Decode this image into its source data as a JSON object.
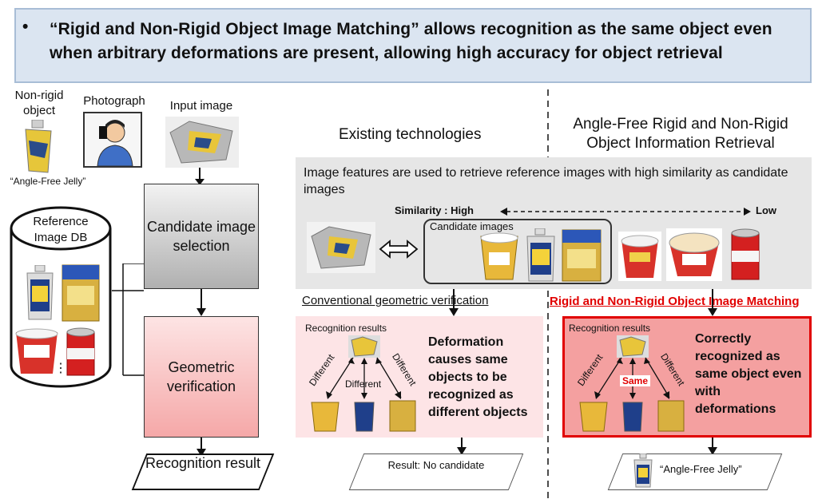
{
  "banner": {
    "bullet": "•",
    "text": "“Rigid and Non-Rigid Object Image Matching” allows recognition as the same object even when arbitrary deformations are present, allowing high accuracy for object retrieval"
  },
  "left": {
    "non_rigid_label": "Non-rigid object",
    "photograph_label": "Photograph",
    "input_image_label": "Input image",
    "jelly_caption": "“Angle-Free Jelly”",
    "db_label": "Reference Image DB",
    "db_ellipsis": "⋮",
    "candidate_box": "Candidate image selection",
    "geometric_box": "Geometric verification",
    "recognition_result": "Recognition result"
  },
  "middle": {
    "existing_title": "Existing technologies",
    "panel_text": "Image features are used to retrieve reference images with high similarity as candidate images",
    "similarity_label": "Similarity : High",
    "low_label": "Low",
    "candidate_images_label": "Candidate images",
    "conventional_label": "Conventional geometric verification",
    "recognition_results": "Recognition results",
    "deformation_text": "Deformation causes same objects to be recognized as different objects",
    "different1": "Different",
    "different2": "Different",
    "different3": "Different",
    "result_no_candidate": "Result: No candidate"
  },
  "right": {
    "title": "Angle-Free Rigid and Non-Rigid Object Information Retrieval",
    "matching_label": "Rigid and Non-Rigid Object Image Matching",
    "recognition_results": "Recognition results",
    "correct_text": "Correctly recognized as same object even with deformations",
    "different1": "Different",
    "same": "Same",
    "different2": "Different",
    "result_label": "“Angle-Free Jelly”"
  },
  "colors": {
    "banner_bg": "#dbe5f1",
    "red_accent": "#e10000",
    "pink_panel": "#fde4e6",
    "red_panel": "#f4a0a0",
    "gray_panel": "#e6e6e6"
  }
}
